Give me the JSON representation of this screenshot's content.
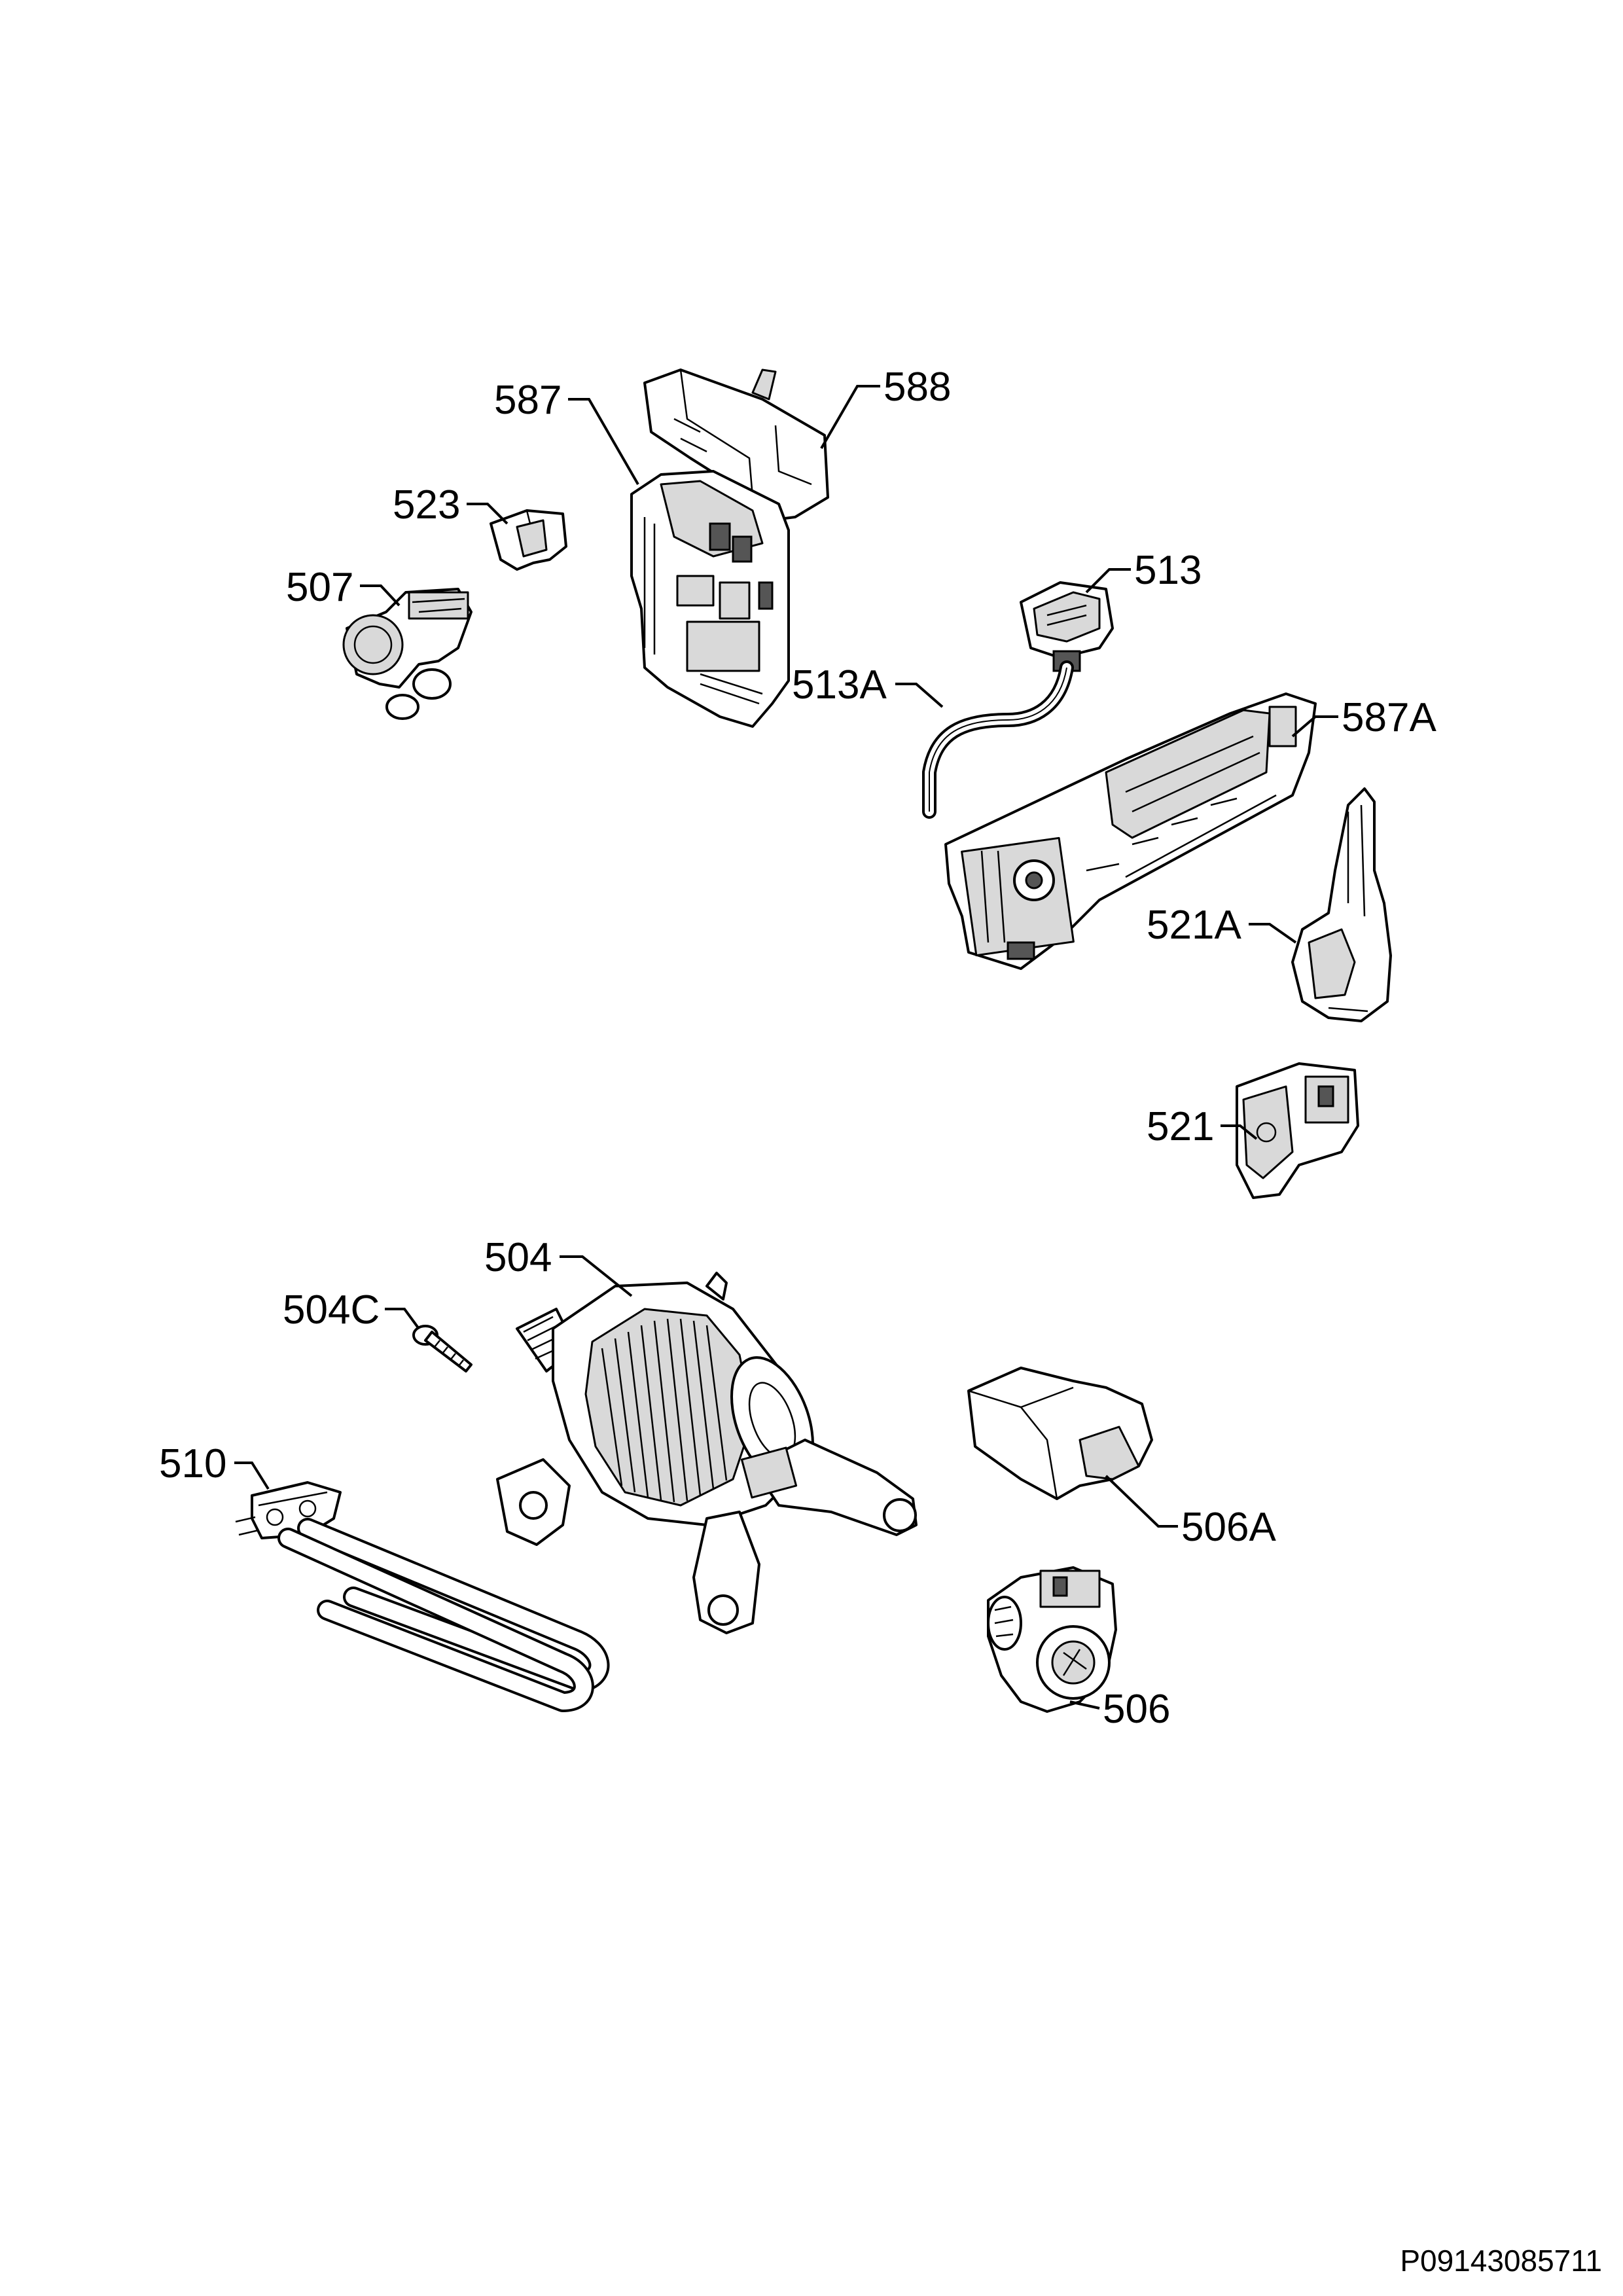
{
  "labels": {
    "l587": "587",
    "l588": "588",
    "l523": "523",
    "l507": "507",
    "l513": "513",
    "l513A": "513A",
    "l587A": "587A",
    "l521A": "521A",
    "l521": "521",
    "l504": "504",
    "l504C": "504C",
    "l510": "510",
    "l506A": "506A",
    "l506": "506"
  },
  "footer": {
    "code": "P09143085711"
  }
}
